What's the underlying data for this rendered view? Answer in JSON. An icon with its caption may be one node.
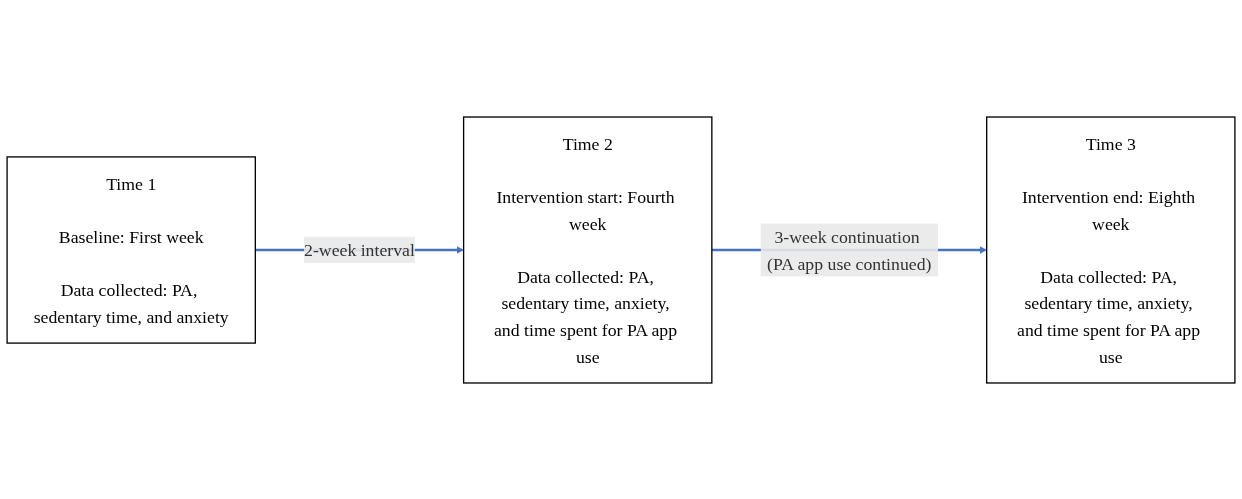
{
  "diagram": {
    "nodes": [
      {
        "text": [
          "Time 1",
          "Baseline: First week",
          "Data collected: PA, sedentary time, and anxiety"
        ]
      },
      {
        "text": [
          "Time 2",
          "Intervention start: Fourth week",
          "Data collected: PA, sedentary time, anxiety, and time spent for PA app use"
        ]
      },
      {
        "text": [
          "Time 3",
          "Intervention end: Eighth week",
          "Data collected: PA, sedentary time, anxiety, and time spent for PA app use"
        ]
      }
    ],
    "edges": [
      {
        "from": 0,
        "to": 1,
        "arrow": "to",
        "label": "2-week interval",
        "color": "#4472c4"
      },
      {
        "from": 1,
        "to": 2,
        "arrow": "to",
        "label": "3-week continuation (PA app use continued)",
        "color": "#4472c4"
      }
    ]
  }
}
